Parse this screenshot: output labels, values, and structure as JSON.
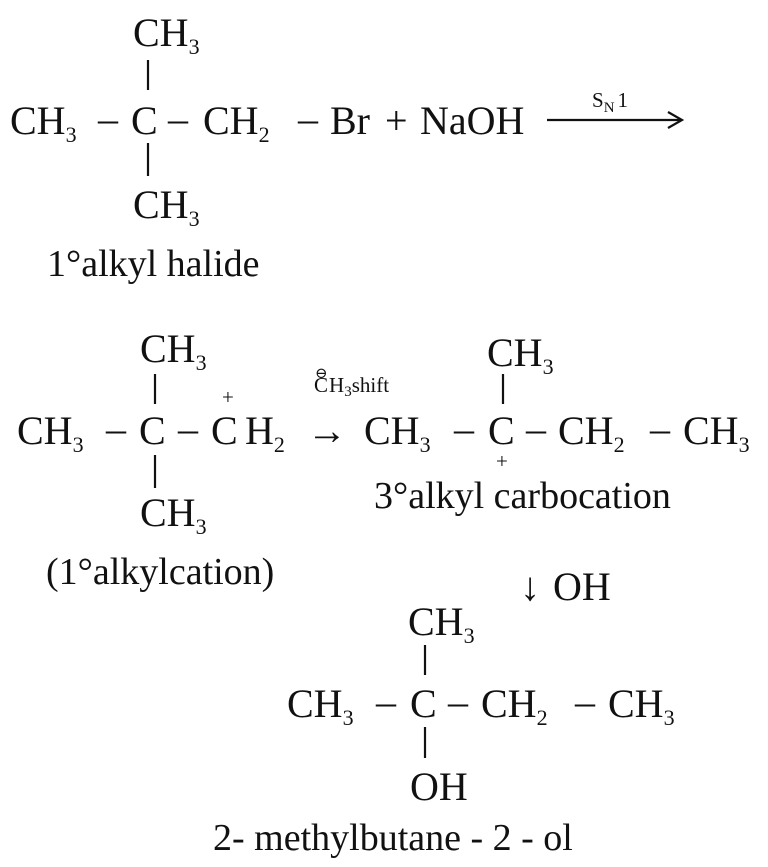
{
  "reaction1": {
    "top_methyl": "CH",
    "top_methyl_sub": "3",
    "left_methyl": "CH",
    "left_methyl_sub": "3",
    "dash1": "–",
    "center_carbon": "C",
    "dash2": "–",
    "ch2": "CH",
    "ch2_sub": "2",
    "dash3": "–",
    "bromine": "Br",
    "plus": "+",
    "reagent": "NaOH",
    "bottom_methyl": "CH",
    "bottom_methyl_sub": "3",
    "arrow_label": "S",
    "arrow_label_sub": "N",
    "arrow_label_num": "1",
    "caption": "1°alkyl halide"
  },
  "reaction2": {
    "cation": {
      "top_methyl": "CH",
      "top_methyl_sub": "3",
      "left_methyl": "CH",
      "left_methyl_sub": "3",
      "dash1": "–",
      "center_carbon": "C",
      "dash2": "–",
      "charge": "+",
      "cation_carbon": "C",
      "cation_h": "H",
      "cation_h_sub": "2",
      "bottom_methyl": "CH",
      "bottom_methyl_sub": "3",
      "caption": "(1°alkylcation)"
    },
    "arrow": "→",
    "shift_symbol": "⊖",
    "shift_label_c": "C",
    "shift_label_h": "H",
    "shift_label_sub": "3",
    "shift_label_text": "shift",
    "carbocation": {
      "top_methyl": "CH",
      "top_methyl_sub": "3",
      "left_methyl": "CH",
      "left_methyl_sub": "3",
      "dash1": "–",
      "center_carbon": "C",
      "charge": "+",
      "dash2": "–",
      "ch2": "CH",
      "ch2_sub": "2",
      "dash3": "–",
      "right_methyl": "CH",
      "right_methyl_sub": "3",
      "caption": "3°alkyl carbocation"
    }
  },
  "step3": {
    "arrow": "↓",
    "reagent": "OH"
  },
  "product": {
    "top_methyl": "CH",
    "top_methyl_sub": "3",
    "left_methyl": "CH",
    "left_methyl_sub": "3",
    "dash1": "–",
    "center_carbon": "C",
    "dash2": "–",
    "ch2": "CH",
    "ch2_sub": "2",
    "dash3": "–",
    "right_methyl": "CH",
    "right_methyl_sub": "3",
    "hydroxyl": "OH",
    "caption": "2- methylbutane - 2 - ol"
  }
}
